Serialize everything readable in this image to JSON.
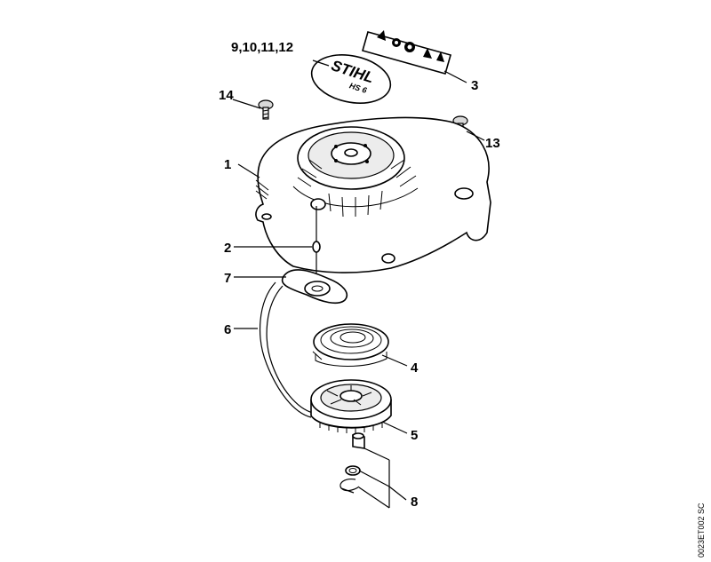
{
  "callouts": {
    "c1": "1",
    "c2": "2",
    "c3": "3",
    "c4": "4",
    "c5": "5",
    "c6": "6",
    "c7": "7",
    "c8": "8",
    "c9_12": "9,10,11,12",
    "c13": "13",
    "c14": "14"
  },
  "cap_label": {
    "brand": "STIHL",
    "model": "HS 6"
  },
  "drawing_code": "0023ET002 SC"
}
